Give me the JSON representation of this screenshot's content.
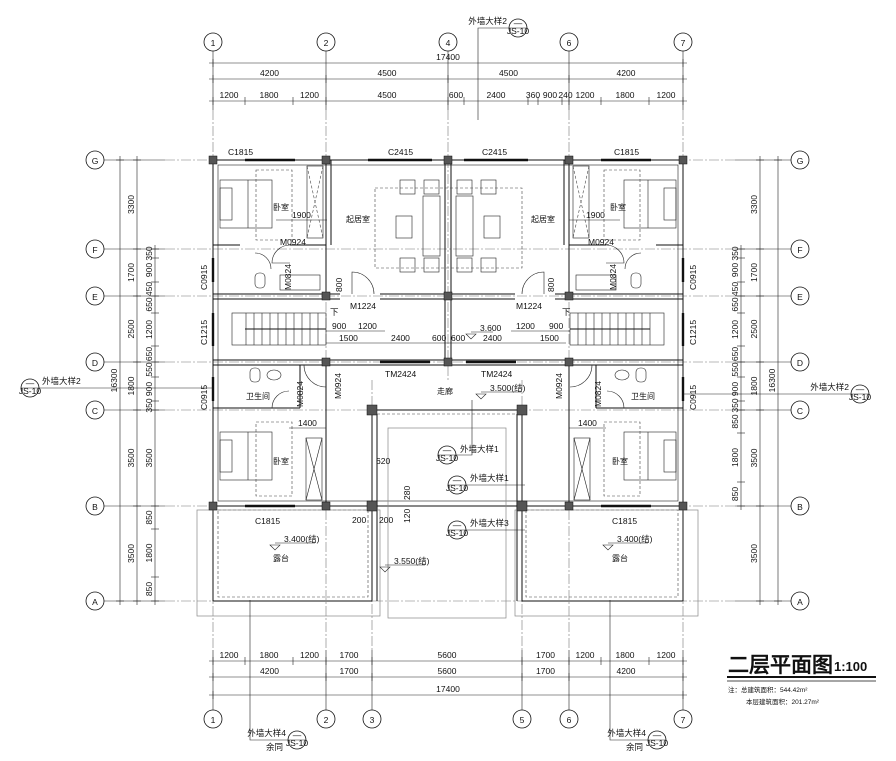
{
  "title": {
    "name": "二层平面图",
    "scale": "1:100",
    "note_total": "注：总建筑面积：544.42m²",
    "note_floor": "本层建筑面积：201.27m²"
  },
  "axes": {
    "top_cols": [
      "1",
      "2",
      "4",
      "6",
      "7"
    ],
    "bottom_cols": [
      "1",
      "2",
      "3",
      "5",
      "6",
      "7"
    ],
    "rows": [
      "G",
      "F",
      "E",
      "D",
      "C",
      "B",
      "A"
    ]
  },
  "dims": {
    "top": {
      "total": [
        "17400"
      ],
      "spans": [
        "4200",
        "4500",
        "4500",
        "4200"
      ],
      "detail": [
        "1200",
        "1800",
        "1200",
        "4500",
        "600",
        "2400",
        "360",
        "900",
        "240",
        "1200",
        "1800",
        "1200"
      ]
    },
    "bottom": {
      "detail": [
        "1200",
        "1800",
        "1200",
        "1700",
        "5600",
        "1700",
        "1200",
        "1800",
        "1200"
      ],
      "spans": [
        "4200",
        "1700",
        "5600",
        "1700",
        "4200"
      ],
      "total": [
        "17400"
      ]
    },
    "left": {
      "total": [
        "16300"
      ],
      "spans": [
        "3300",
        "1700",
        "2500",
        "1800",
        "3500",
        "3500"
      ],
      "detail": [
        "350",
        "900",
        "450",
        "650",
        "1200",
        "650",
        "550",
        "900",
        "350",
        "3500",
        "850",
        "1800",
        "850"
      ]
    },
    "right": {
      "total": [
        "16300"
      ],
      "spans": [
        "3300",
        "1700",
        "2500",
        "1800",
        "3500",
        "3500"
      ],
      "detail": [
        "350",
        "900",
        "450",
        "650",
        "1200",
        "650",
        "550",
        "900",
        "350",
        "850",
        "1800",
        "850"
      ]
    }
  },
  "windows": {
    "c1815": "C1815",
    "c2415": "C2415",
    "c0915": "C0915",
    "c1215": "C1215"
  },
  "doors": {
    "m0924": "M0924",
    "m0824": "M0824",
    "m1224": "M1224",
    "tm2424": "TM2424"
  },
  "rooms": {
    "bedroom": "卧室",
    "living": "起居室",
    "bathroom": "卫生间",
    "corridor": "走廊",
    "terrace": "露台"
  },
  "interior_dims": {
    "d1900": "1900",
    "d1400": "1400",
    "d800": "800",
    "d900": "900",
    "d1200": "1200",
    "d1500": "1500",
    "d2400": "2400",
    "d600": "600",
    "d620": "620",
    "d280": "280",
    "d120": "120",
    "d200": "200",
    "down": "下"
  },
  "elevations": {
    "e3600": "3.600",
    "e3500": "3.500(结)",
    "e3400": "3.400(结)",
    "e3550": "3.550(结)"
  },
  "callouts": {
    "d1": "外墙大样1",
    "d2": "外墙大样2",
    "d3": "外墙大样3",
    "d4": "外墙大样4",
    "same": "余同",
    "num": "—",
    "sheet": "JS-10"
  }
}
